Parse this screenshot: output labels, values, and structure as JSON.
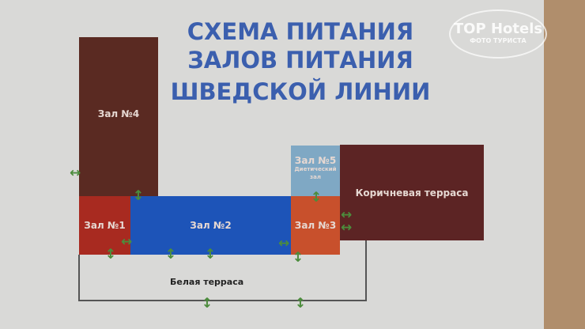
{
  "title": [
    "СХЕМА ПИТАНИЯ",
    "ЗАЛОВ ПИТАНИЯ",
    "ШВЕДСКОЙ ЛИНИИ"
  ],
  "rooms": {
    "zal4": "Зал №4",
    "zal1": "Зал №1",
    "zal2": "Зал №2",
    "zal3": "Зал №3",
    "zal5": "Зал №5",
    "zal5_sub": "Диетический зал",
    "brown": "Коричневая терраса",
    "white": "Белая терраса"
  },
  "watermark": {
    "brand": "TOP Hotels",
    "sub": "ФОТО ТУРИСТА"
  },
  "colors": {
    "zal4": "#5a2a22",
    "zal1": "#a82a20",
    "zal2": "#1d54b8",
    "zal3": "#c8502c",
    "zal5": "#7fa8c4",
    "brown": "#5c2424",
    "arrow": "#4c8c3c",
    "title": "#3b5fae"
  },
  "icons": {
    "arrow": "↔"
  }
}
